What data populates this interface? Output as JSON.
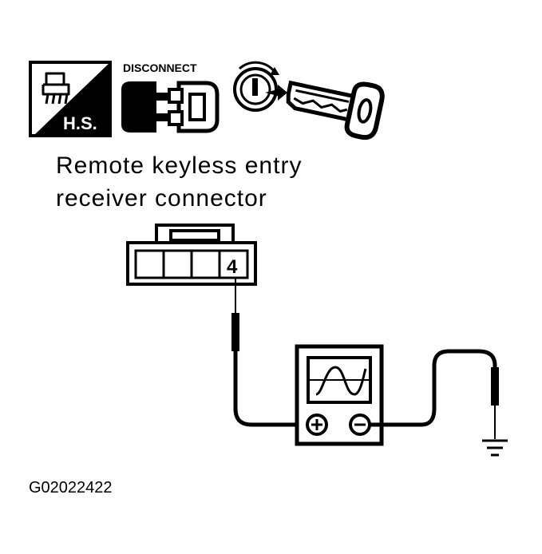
{
  "icons": {
    "hs": {
      "label": "H.S.",
      "icon": "harness-side-icon"
    },
    "disconnect": {
      "label": "DISCONNECT",
      "icon": "disconnected-connector-icon"
    },
    "ignition": {
      "icon": "ignition-key-off-icon"
    }
  },
  "connector": {
    "title_line1": "Remote keyless entry",
    "title_line2": "receiver connector",
    "terminal": "4"
  },
  "meter": {
    "icon": "oscilloscope-icon",
    "positive_icon": "plus-terminal-icon",
    "negative_icon": "minus-terminal-icon"
  },
  "ground": {
    "icon": "ground-symbol-icon"
  },
  "figure_id": "G02022422",
  "colors": {
    "ink": "#000000",
    "paper": "#ffffff"
  }
}
